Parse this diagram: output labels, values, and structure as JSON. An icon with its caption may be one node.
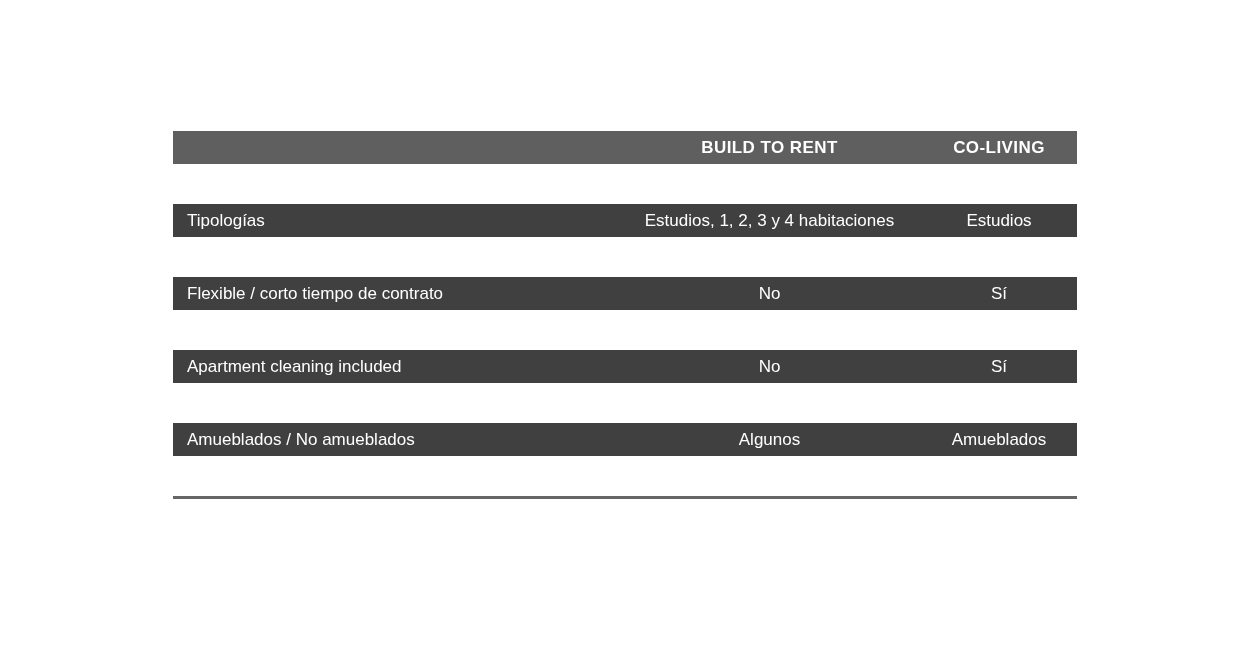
{
  "diagram": {
    "labels": [
      "BUILD TO RENT",
      "CO-LIVING",
      "Tipologías",
      "Estudios, 1, 2, 3 y 4 habitaciones",
      "Estudios",
      "Flexible / corto tiempo de contrato",
      "No",
      "Sí",
      "Apartment cleaning included",
      "No",
      "Sí",
      "Amueblados / No amueblados",
      "Algunos",
      "Amueblados"
    ]
  }
}
